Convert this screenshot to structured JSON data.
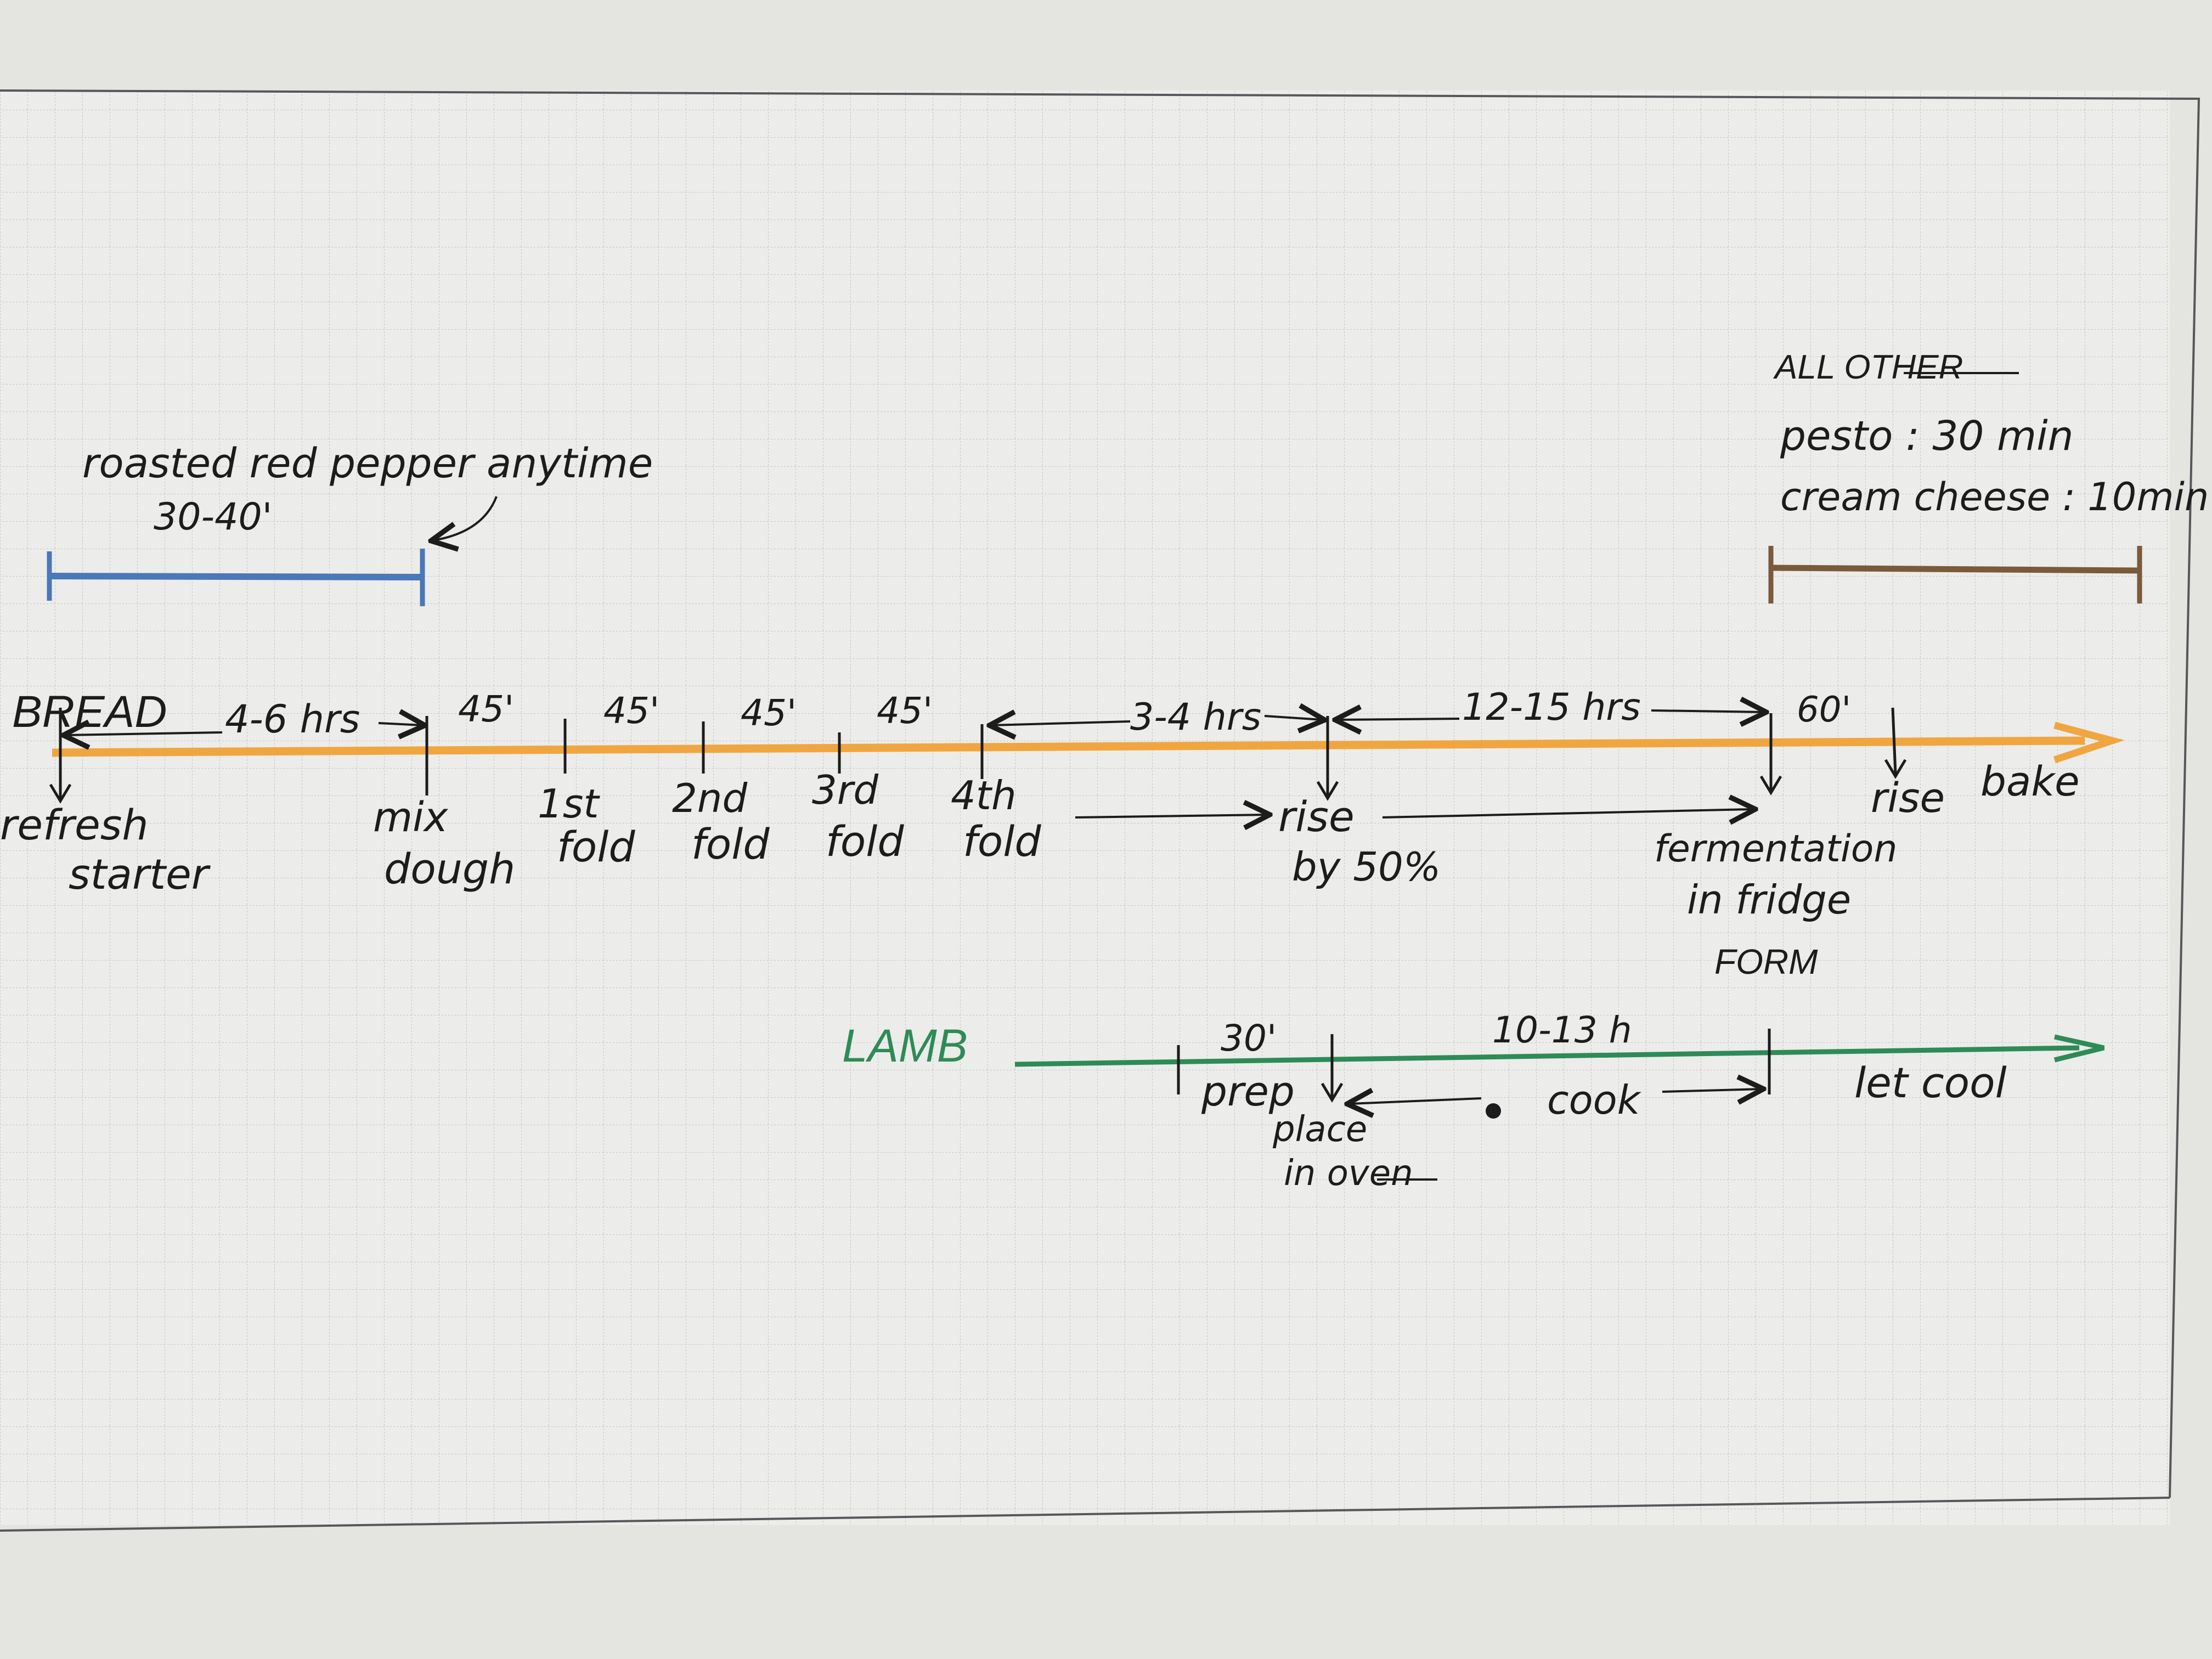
{
  "colors": {
    "desk": "#e4e4e1",
    "paper": "#ececea",
    "grid": "#c4c6c7",
    "ink": "#1c1c1c",
    "bread_line": "#f0a640",
    "blue_line": "#4a78b8",
    "brown_line": "#7a5a3a",
    "lamb": "#2e8b57"
  },
  "pepper": {
    "label": "roasted red pepper anytime",
    "duration": "30-40'"
  },
  "other": {
    "heading": "ALL OTHER",
    "pesto": "pesto : 30 min",
    "cream_cheese": "cream cheese : 10min"
  },
  "bread": {
    "title": "BREAD",
    "intervals": {
      "starter": "4-6 hrs",
      "fold1": "45'",
      "fold2": "45'",
      "fold3": "45'",
      "fold4": "45'",
      "rise": "3-4 hrs",
      "fridge": "12-15 hrs",
      "proof": "60'"
    },
    "steps": {
      "refresh_1": "refresh",
      "refresh_2": "starter",
      "mix_1": "mix",
      "mix_2": "dough",
      "first_1": "1st",
      "first_2": "fold",
      "second_1": "2nd",
      "second_2": "fold",
      "third_1": "3rd",
      "third_2": "fold",
      "fourth_1": "4th",
      "fourth_2": "fold",
      "rise_1": "rise",
      "rise_2": "by 50%",
      "ferm_1": "fermentation",
      "ferm_2": "in fridge",
      "ferm_3": "FORM",
      "rise_end": "rise",
      "bake": "bake"
    }
  },
  "lamb": {
    "title": "LAMB",
    "prep_time": "30'",
    "cook_time": "10-13 h",
    "prep": "prep",
    "place_1": "place",
    "place_2": "in oven",
    "cook": "cook",
    "cool": "let cool"
  }
}
